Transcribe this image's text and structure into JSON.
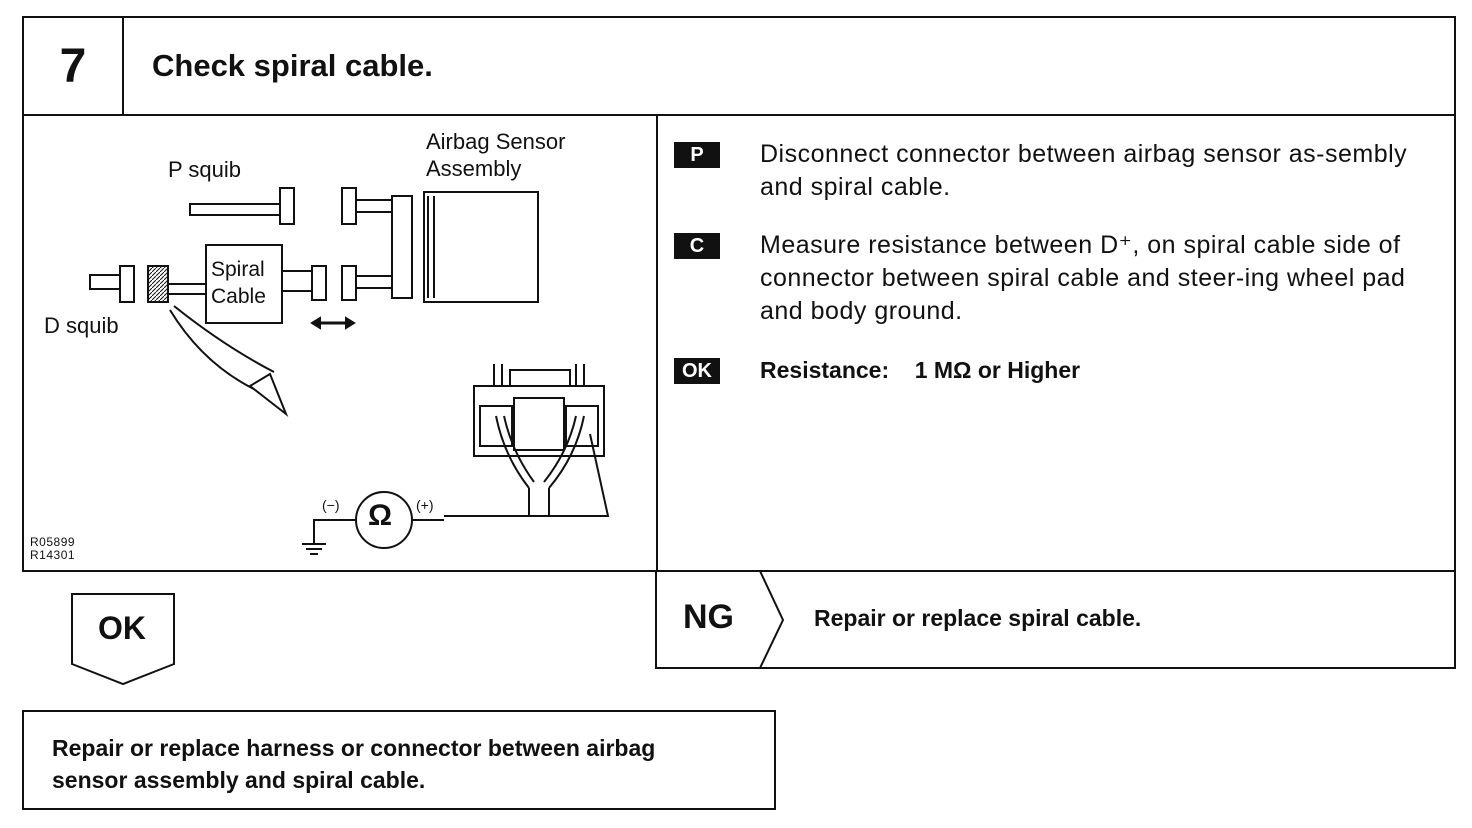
{
  "step": {
    "number": "7",
    "title": "Check spiral cable."
  },
  "figure": {
    "label_airbag_sensor_1": "Airbag Sensor",
    "label_airbag_sensor_2": "Assembly",
    "label_p_squib": "P squib",
    "label_spiral_1": "Spiral",
    "label_spiral_2": "Cable",
    "label_d_squib": "D squib",
    "label_minus": "(−)",
    "label_plus": "(+)",
    "ohm_symbol": "Ω",
    "code_1": "R05899",
    "code_2": "R14301"
  },
  "instructions": [
    {
      "tag": "P",
      "text": "Disconnect connector between airbag sensor as-sembly and spiral cable."
    },
    {
      "tag": "C",
      "text": "Measure resistance between D⁺, on spiral cable side of connector between spiral cable and steer-ing wheel pad and body ground."
    },
    {
      "tag": "OK",
      "label": "Resistance:",
      "value": "1 MΩ or Higher"
    }
  ],
  "ok_result": {
    "label": "OK",
    "action": "Repair or replace harness or connector between airbag sensor assembly and spiral cable."
  },
  "ng_result": {
    "label": "NG",
    "action": "Repair or replace spiral cable."
  }
}
